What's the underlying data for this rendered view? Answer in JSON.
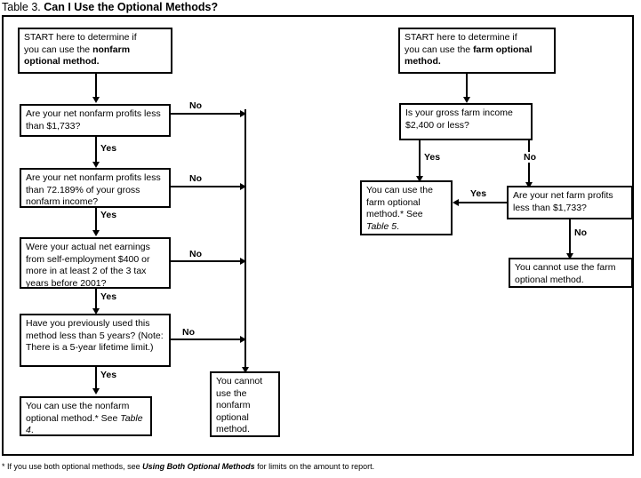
{
  "title": {
    "prefix": "Table 3.",
    "main": "Can I Use the Optional Methods?"
  },
  "footnote": {
    "lead": "* If you use both optional methods, see ",
    "italic": "Using Both Optional Methods",
    "tail": " for limits on the amount to report."
  },
  "labels": {
    "yes": "Yes",
    "no": "No"
  },
  "nonfarm": {
    "start": {
      "line1": "START here to determine if",
      "line2": "you can use the ",
      "bold2": "nonfarm",
      "bold3": "optional method."
    },
    "q1": "Are your net nonfarm profits less than $1,733?",
    "q2": "Are your net nonfarm profits less than 72.189% of your gross nonfarm income?",
    "q3": "Were your actual net earnings from self-employment $400 or more in at least 2 of the 3 tax years before 2001?",
    "q4": "Have you previously used this method less than 5 years? (Note: There is a 5-year lifetime limit.)",
    "yes_outcome": {
      "text": "You can use the nonfarm optional method.* See ",
      "ref": "Table 4",
      "tail": "."
    },
    "no_outcome": "You cannot use the nonfarm optional method."
  },
  "farm": {
    "start": {
      "line1": "START here to determine if",
      "line2": "you can use the ",
      "bold2": "farm optional",
      "bold3": "method."
    },
    "q1": "Is your gross farm income $2,400 or less?",
    "yes_outcome": {
      "text": "You can use the farm optional method.* See ",
      "ref": "Table 5",
      "tail": "."
    },
    "q2": "Are your net farm profits less than $1,733?",
    "no_outcome": "You cannot use the farm optional method."
  },
  "colors": {
    "ink": "#000000",
    "paper": "#ffffff"
  }
}
